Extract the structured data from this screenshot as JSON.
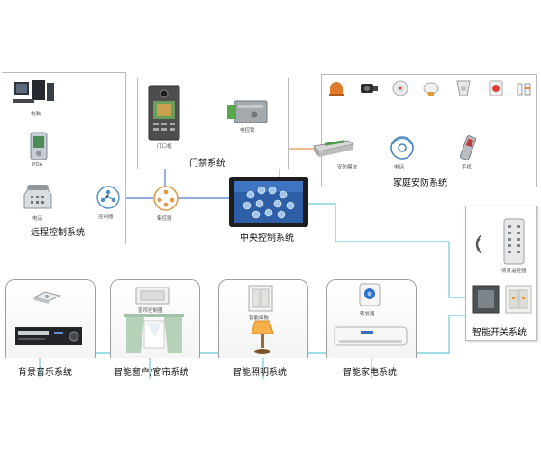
{
  "remote_control": {
    "title": "远程控制系统",
    "computer_label": "电脑",
    "pda_label": "PDA",
    "phone_label": "电话",
    "router_label": "控制器"
  },
  "access_control": {
    "title": "门禁系统",
    "door_unit_label": "门口机",
    "lock_label": "电控锁"
  },
  "home_security": {
    "title": "家庭安防系统",
    "panel_label": "安防模块",
    "phone_label": "电话",
    "mobile_label": "手机"
  },
  "central_control": {
    "title": "中央控制系统",
    "hub_label": "集控器"
  },
  "smart_switch": {
    "title": "智能开关系统",
    "remote_label": "情景遥控器"
  },
  "subsystems": {
    "music": {
      "title": "背景音乐系统"
    },
    "curtain": {
      "title": "智能窗户/窗帘系统",
      "device_label": "窗帘控制器"
    },
    "lighting": {
      "title": "智能照明系统",
      "device_label": "智能面板"
    },
    "appliance": {
      "title": "智能家电系统",
      "device_label": "转发器"
    }
  },
  "colors": {
    "wire_orange": "#e8a86a",
    "wire_cyan": "#7fd3dc",
    "wire_blue": "#6b8fd0",
    "border": "#b9b9b9"
  }
}
